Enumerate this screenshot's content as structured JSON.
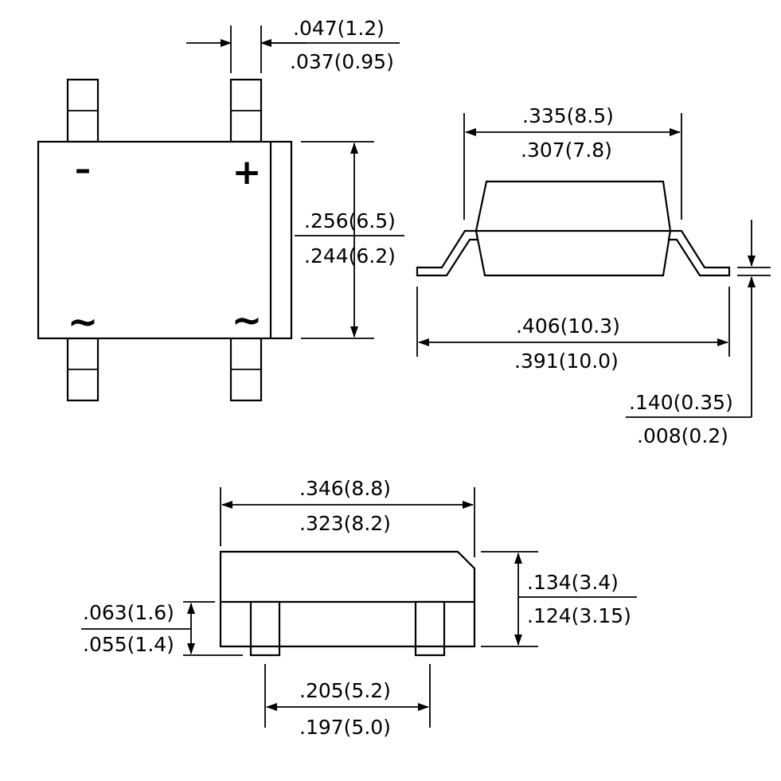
{
  "top_view": {
    "pin_width": {
      "max": ".047(1.2)",
      "min": ".037(0.95)"
    },
    "body_height": {
      "max": ".256(6.5)",
      "min": ".244(6.2)"
    },
    "symbols": {
      "negative": "–",
      "positive": "+",
      "ac_left": "~",
      "ac_right": "~"
    }
  },
  "side_view": {
    "body_width": {
      "max": ".335(8.5)",
      "min": ".307(7.8)"
    },
    "lead_span": {
      "max": ".406(10.3)",
      "min": ".391(10.0)"
    },
    "lead_thickness": {
      "max": ".140(0.35)",
      "min": ".008(0.2)"
    }
  },
  "end_view": {
    "body_length": {
      "max": ".346(8.8)",
      "min": ".323(8.2)"
    },
    "total_height": {
      "max": ".134(3.4)",
      "min": ".124(3.15)"
    },
    "standoff": {
      "max": ".063(1.6)",
      "min": ".055(1.4)"
    },
    "lead_pitch": {
      "max": ".205(5.2)",
      "min": ".197(5.0)"
    }
  }
}
